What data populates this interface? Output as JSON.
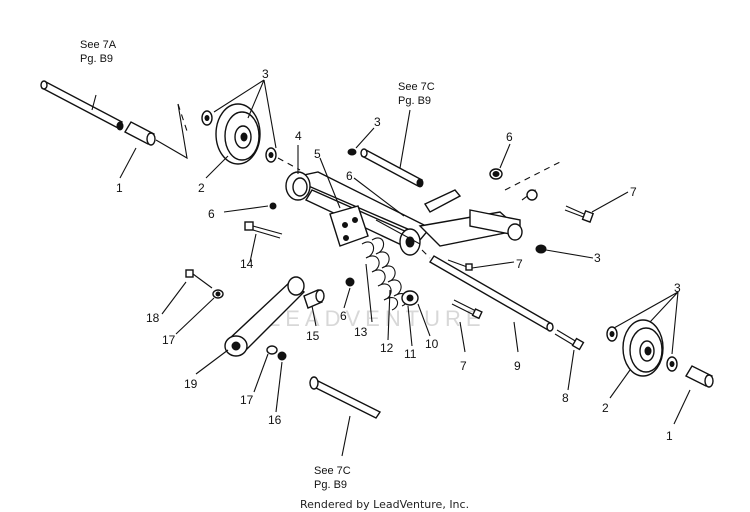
{
  "diagram": {
    "references": {
      "top_left": [
        "See 7A",
        "Pg. B9"
      ],
      "top_middle": [
        "See 7C",
        "Pg. B9"
      ],
      "bottom": [
        "See 7C",
        "Pg. B9"
      ]
    },
    "callouts": {
      "c1a": "1",
      "c1b": "1",
      "c2a": "2",
      "c2b": "2",
      "c3a": "3",
      "c3b": "3",
      "c3c": "3",
      "c3d": "3",
      "c4": "4",
      "c5": "5",
      "c6a": "6",
      "c6b": "6",
      "c6c": "6",
      "c6d": "6",
      "c7a": "7",
      "c7b": "7",
      "c7c": "7",
      "c8": "8",
      "c9": "9",
      "c10": "10",
      "c11": "11",
      "c12": "12",
      "c13": "13",
      "c14": "14",
      "c15": "15",
      "c16": "16",
      "c17a": "17",
      "c17b": "17",
      "c18": "18",
      "c19": "19"
    },
    "watermark": "LEADVENTURE",
    "credit": "Rendered by LeadVenture, Inc."
  }
}
